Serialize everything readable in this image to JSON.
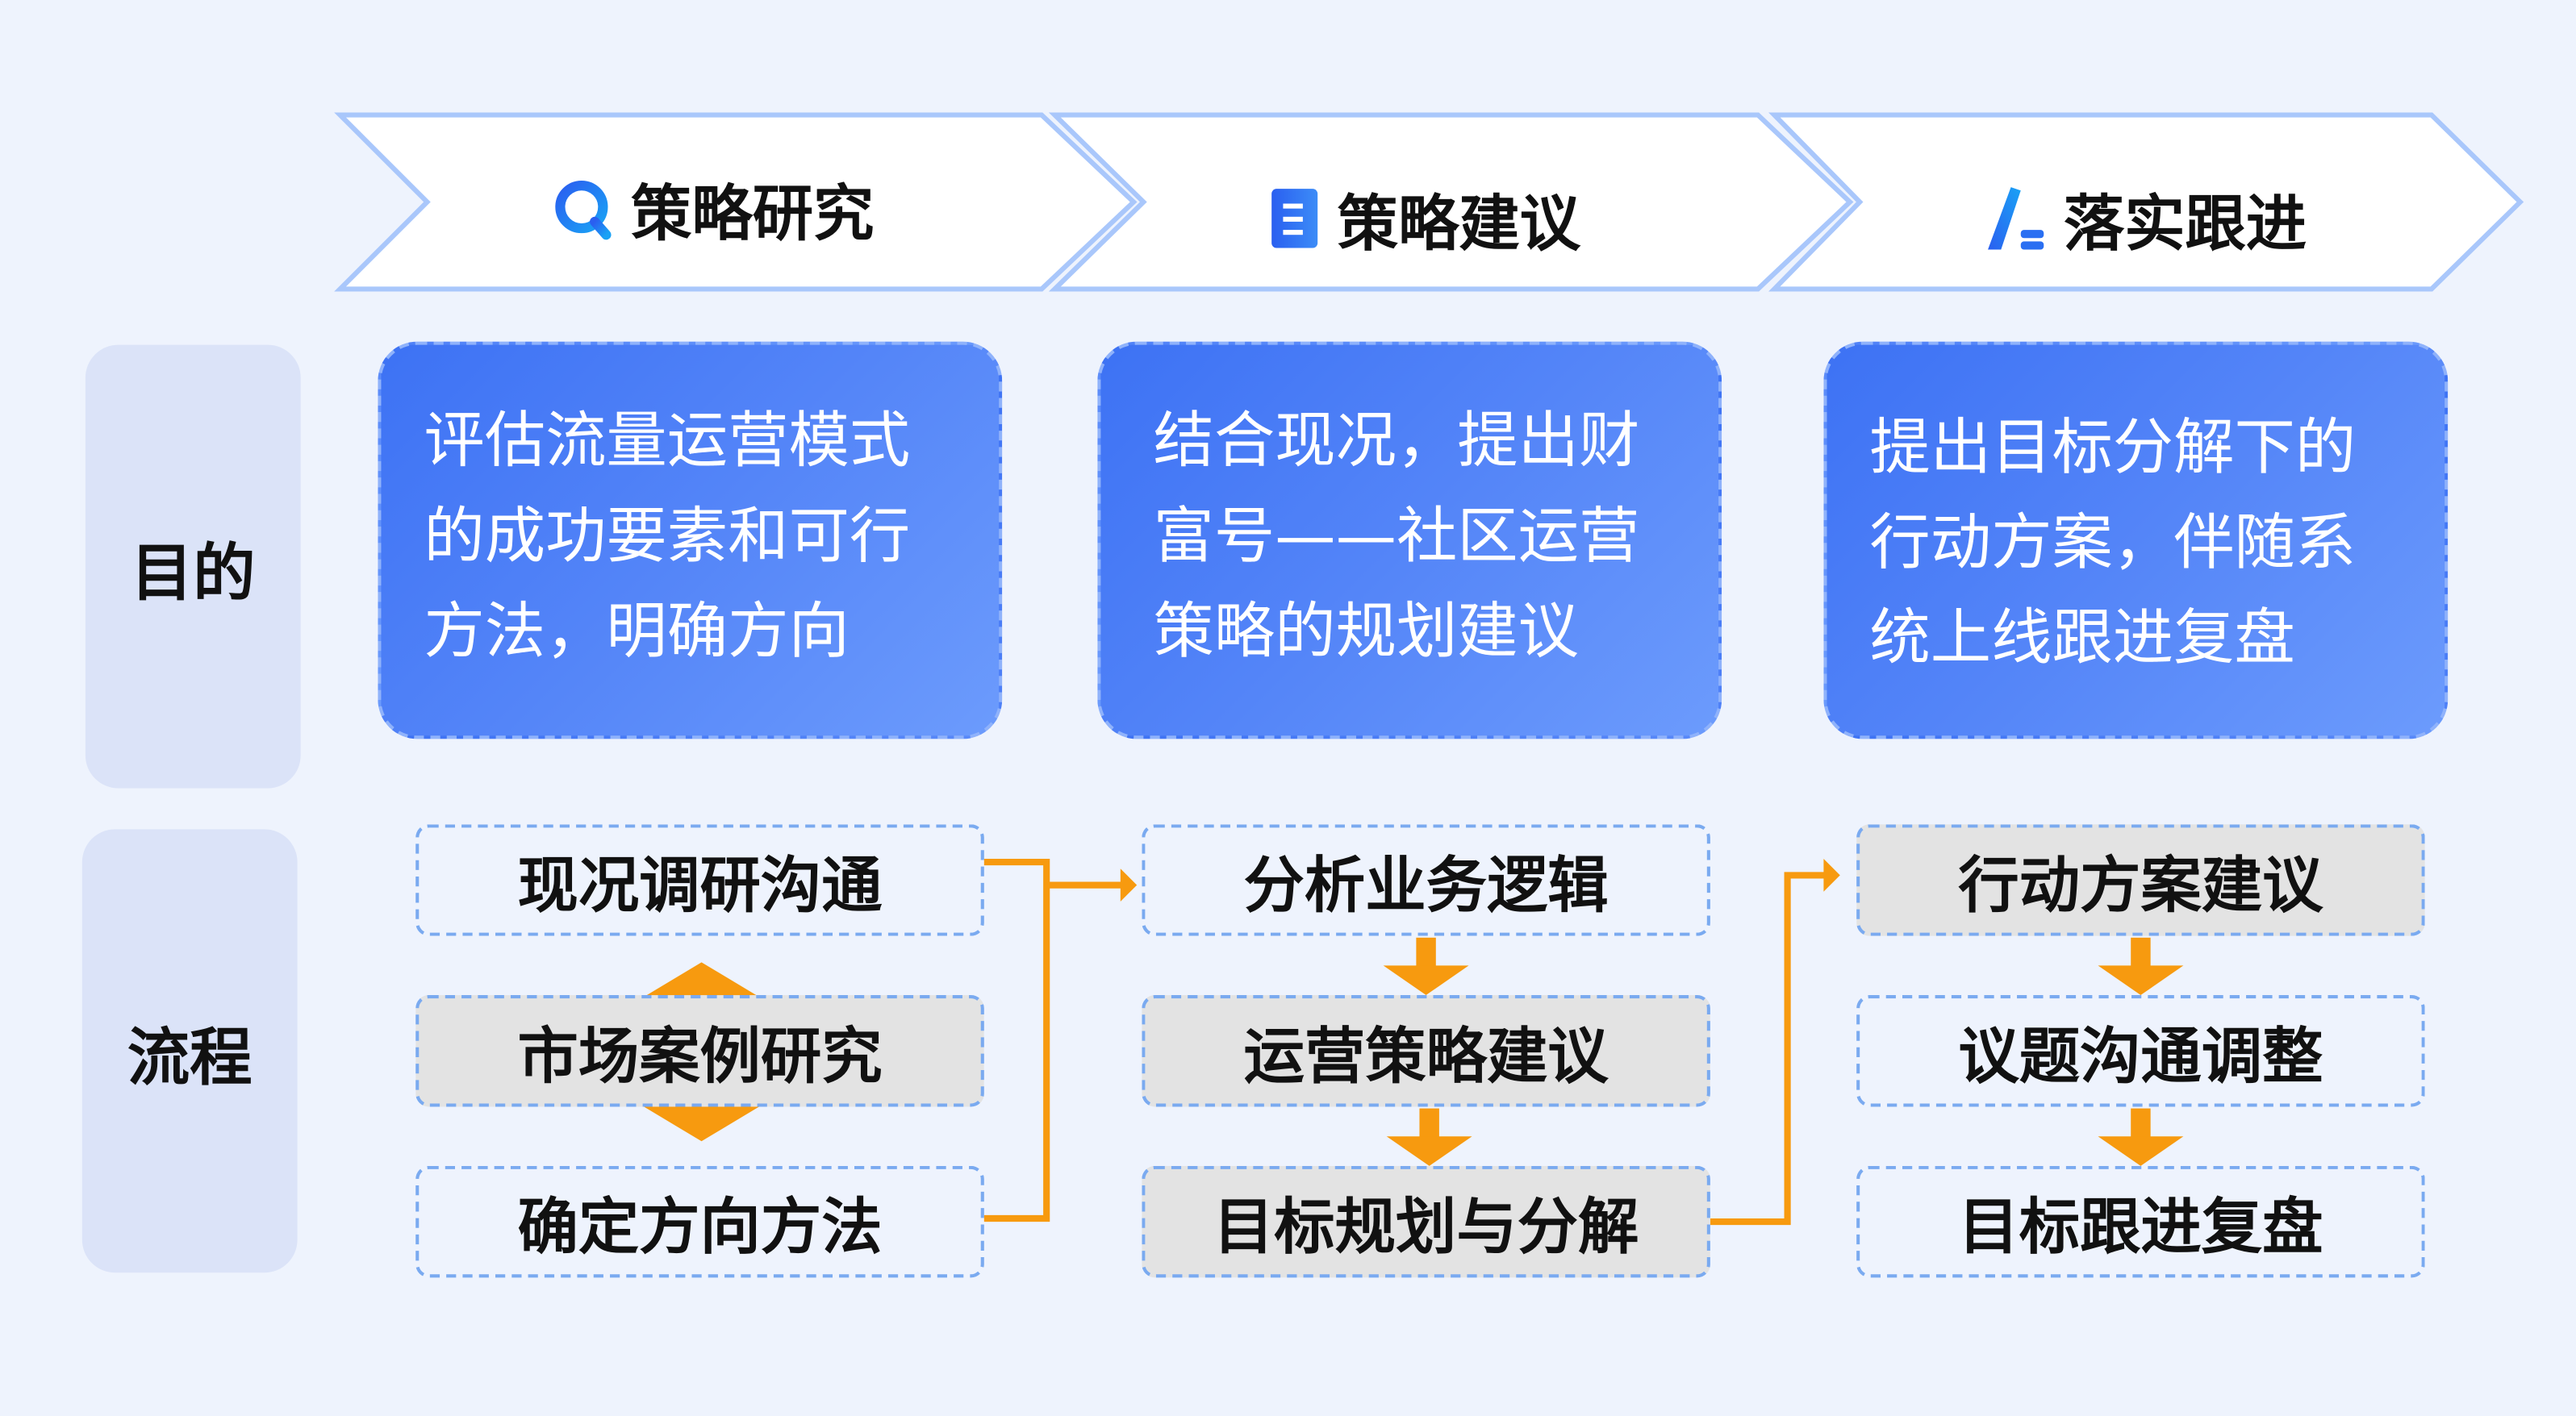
{
  "stages": [
    {
      "title": "策略研究",
      "icon": "search-icon"
    },
    {
      "title": "策略建议",
      "icon": "document-icon"
    },
    {
      "title": "落实跟进",
      "icon": "pen-icon"
    }
  ],
  "rows": {
    "purpose": "目的",
    "process": "流程"
  },
  "purpose_cards": [
    {
      "lines": [
        "评估流量运营模式",
        "的成功要素和可行",
        "方法，明确方向"
      ]
    },
    {
      "lines": [
        "结合现况，提出财",
        "富号——社区运营",
        "策略的规划建议"
      ]
    },
    {
      "lines": [
        "提出目标分解下的",
        "行动方案，伴随系",
        "统上线跟进复盘"
      ]
    }
  ],
  "process_columns": [
    {
      "steps": [
        "现况调研沟通",
        "市场案例研究",
        "确定方向方法"
      ]
    },
    {
      "steps": [
        "分析业务逻辑",
        "运营策略建议",
        "目标规划与分解"
      ]
    },
    {
      "steps": [
        "行动方案建议",
        "议题沟通调整",
        "目标跟进复盘"
      ]
    }
  ],
  "colors": {
    "background": "#eef3fd",
    "accent": "#3d72f4",
    "connector": "#f79a0f",
    "chevron_border": "#a9c7fb",
    "highlight_box": "#e3e3e3"
  }
}
